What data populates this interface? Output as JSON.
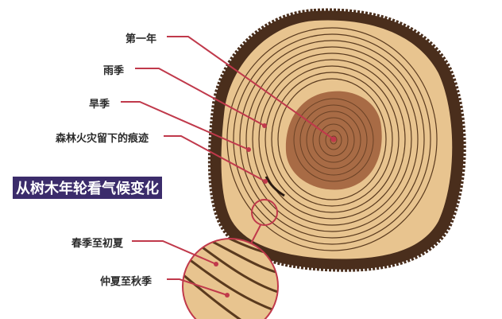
{
  "title": "从树木年轮看气候变化",
  "labels": {
    "first_year": "第一年",
    "rainy_season": "雨季",
    "dry_season": "旱季",
    "fire_scar": "森林火灾留下的痕迹",
    "spring_early_summer": "春季至初夏",
    "midsummer_autumn": "仲夏至秋季"
  },
  "colors": {
    "bark": "#4a2e1c",
    "sapwood": "#e8c48f",
    "sapwood_light": "#f0d3a0",
    "heartwood": "#a86b45",
    "ring_line": "#5a3a1e",
    "leader": "#c0394b",
    "title_bg": "#3b2c6b"
  }
}
